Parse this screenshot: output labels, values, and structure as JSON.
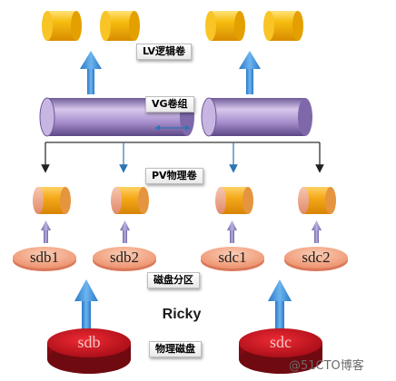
{
  "labels": {
    "lv": "LV逻辑卷",
    "vg": "VG卷组",
    "pv": "PV物理卷",
    "partition": "磁盘分区",
    "physical_disk": "物理磁盘"
  },
  "partitions": [
    "sdb1",
    "sdb2",
    "sdc1",
    "sdc2"
  ],
  "disks": [
    "sdb",
    "sdc"
  ],
  "author": "Ricky",
  "watermark": "@51CTO博客",
  "colors": {
    "lv_gold": "#f5b800",
    "vg_purple": "#9d86c0",
    "pv_gold": "#f2a81d",
    "pv_salmon": "#f0aa8a",
    "partition_salmon": "#f3a684",
    "disk_red": "#c8121e",
    "arrow_blue": "#3d8fd6",
    "small_arrow": "#8e84be"
  }
}
